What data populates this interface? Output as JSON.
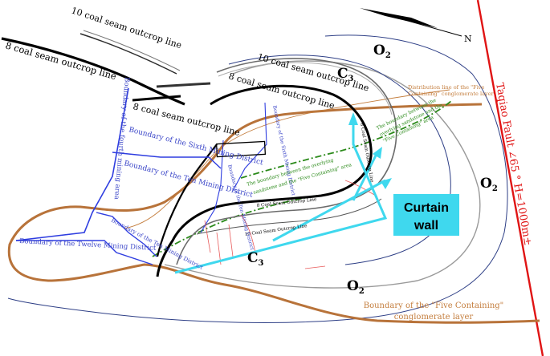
{
  "colors": {
    "background": "#ffffff",
    "outcrop_line": "#000000",
    "mining_boundary": "#2e3de0",
    "mining_label": "#3b46c8",
    "conglomerate_boundary": "#b8733a",
    "fault": "#e01414",
    "o2_boundary": "#2e3f86",
    "c3_boundary": "#9a9a9a",
    "curtain_wall": "#3fd8ee",
    "green_boundary": "#2b8a1a",
    "minor_red": "#e85a5a"
  },
  "north_arrow": {
    "label": "N",
    "icon": "north-arrow-icon"
  },
  "outcrop_labels": {
    "seam10_top": "10 coal seam outcrop line",
    "seam8_top": "8 coal seam outcrop line",
    "seam10_right": "10 coal seam outcrop line",
    "seam8_right": "8 coal seam outcrop line",
    "seam8_middle": "8 coal seam outcrop line",
    "seam8_small": "8 Coal Seam Outcrop Line",
    "seam10_small": "10 Coal Seam Outcrop Line",
    "seam8_small_vertical": "8 Coal Seam Outcrop Line"
  },
  "formations": {
    "o2_top": "O",
    "o2_right": "O",
    "o2_bottom": "O",
    "sub2": "2",
    "c3_top": "C",
    "c3_bottom": "C",
    "sub3": "3"
  },
  "mining_districts": {
    "fourth": "Boundary of the fourth mining area",
    "sixth": "Boundary of the Sixth Mining District",
    "tenth": "Boundary of the Ten Mining District",
    "twelve": "Boundary of the Twelve Mining District",
    "small_a": "Boundary of the Sixth Mining District",
    "small_b": "Boundary of the Ten Mining District",
    "small_c": "Boundary of the Ten Mining District"
  },
  "boundary_labels": {
    "five_containing_main": "Boundary of the \"Five Containing\"",
    "five_containing_main_2": "conglomerate layer",
    "distribution": "Distribution line of the \"Five",
    "distribution_2": "Containing\" conglomerate layer",
    "overlying_middle": "The boundary between the overlying",
    "overlying_middle_2": "sandstone and the \"Five Containing\" area",
    "overlying_right": "The boundary between the",
    "overlying_right_2": "overlying sandstone and the",
    "overlying_right_3": "\"Five Containing\" area"
  },
  "fault_label": "Taqiao Fault ∠65 ° H=1000m±",
  "curtain_wall": {
    "label_line1": "Curtain",
    "label_line2": "wall"
  }
}
